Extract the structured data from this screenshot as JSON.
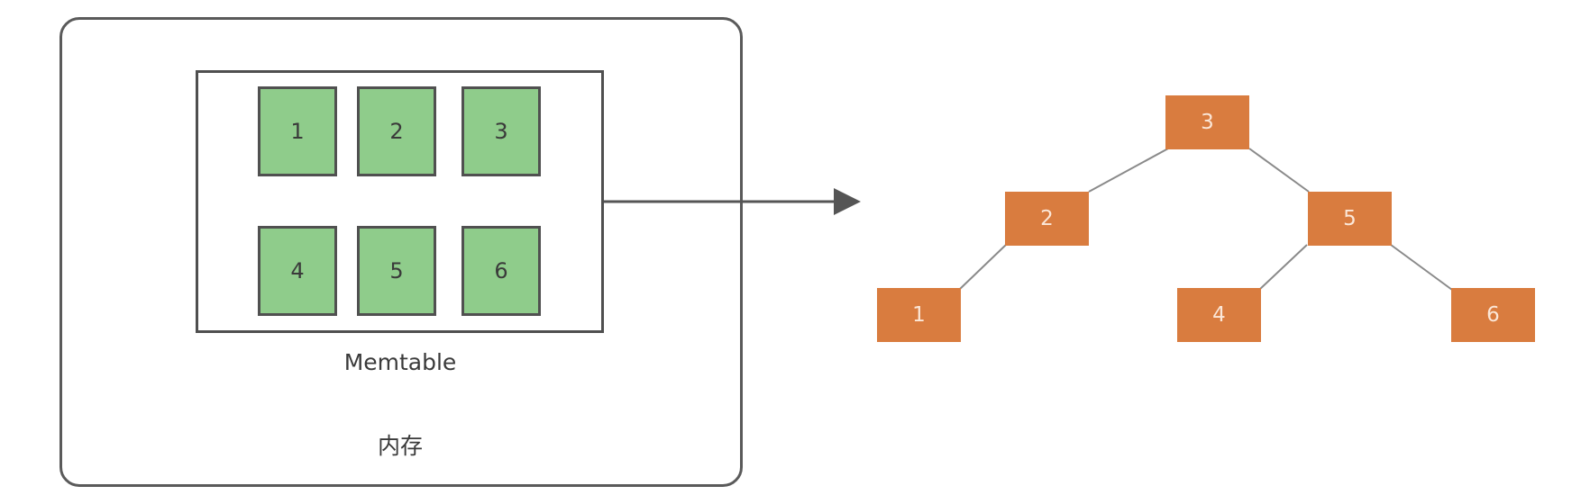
{
  "memory": {
    "label": "内存",
    "memtable": {
      "label": "Memtable",
      "cells": [
        "1",
        "2",
        "3",
        "4",
        "5",
        "6"
      ]
    }
  },
  "tree": {
    "nodes": {
      "root": "3",
      "left": "2",
      "right": "5",
      "left_left": "1",
      "right_left": "4",
      "right_right": "6"
    }
  },
  "colors": {
    "cell_fill": "#8fcc8b",
    "node_fill": "#d97c3f",
    "border": "#505050"
  }
}
